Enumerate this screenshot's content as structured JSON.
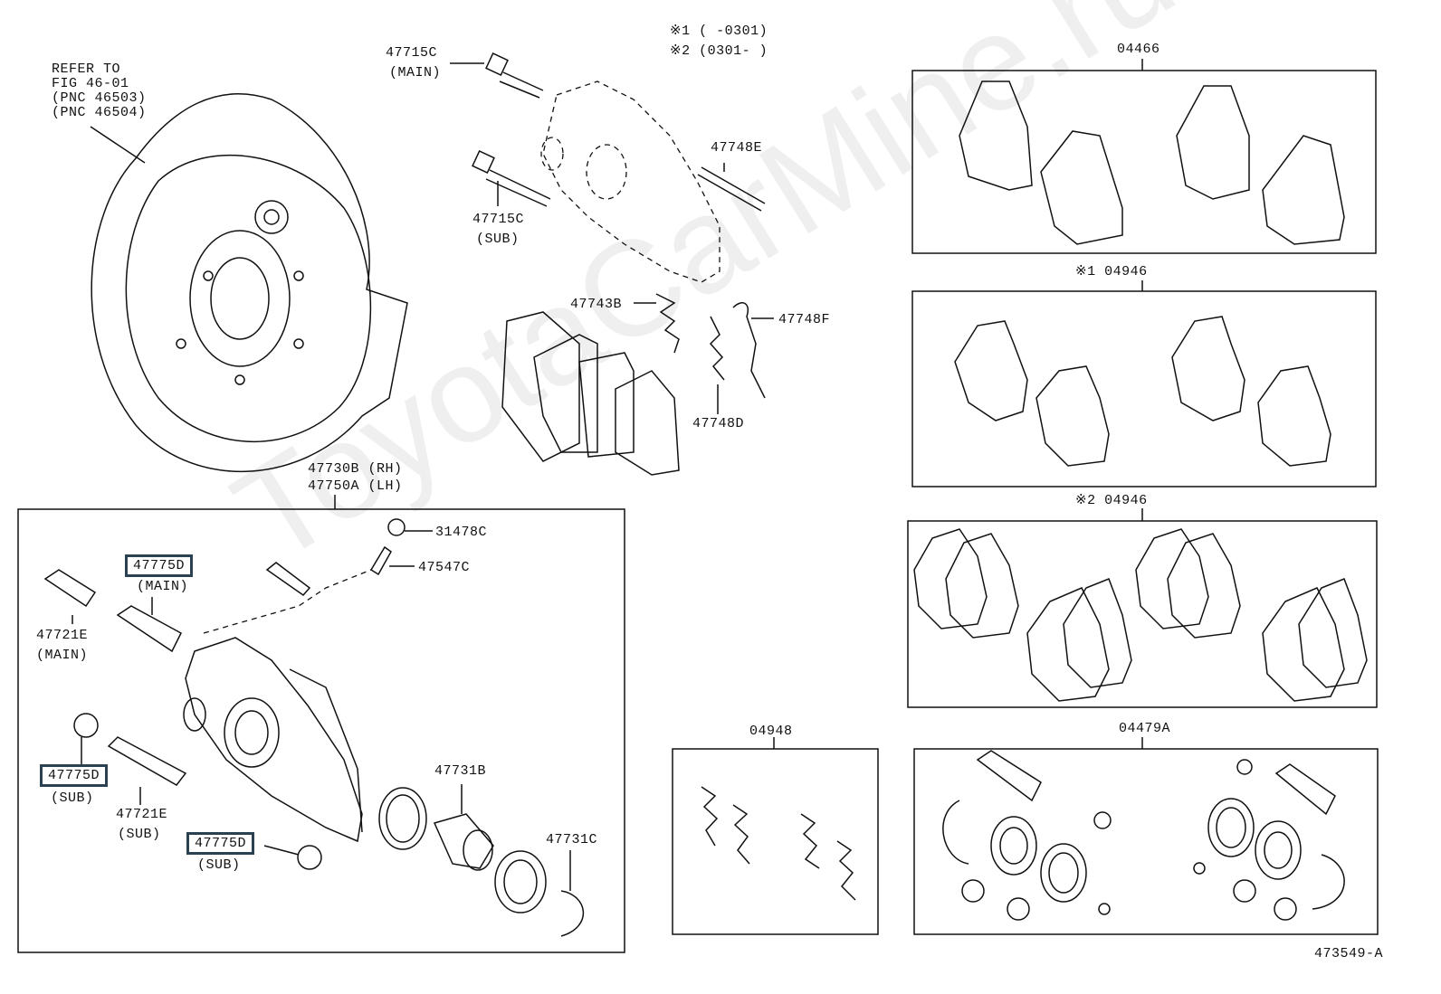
{
  "watermark": "ToyotaCarMine.ru",
  "figure_code": "473549-A",
  "legend": {
    "note1": "※1 (    -0301)",
    "note2": "※2 (0301-     )"
  },
  "labels": {
    "refer": [
      "REFER TO",
      "FIG 46-01",
      "(PNC 46503)",
      "(PNC 46504)"
    ],
    "p47715C_main": [
      "47715C",
      "(MAIN)"
    ],
    "p47715C_sub": [
      "47715C",
      "(SUB)"
    ],
    "p47748E": "47748E",
    "p47743B": "47743B",
    "p47748F": "47748F",
    "p47748D": "47748D",
    "caliper_assy": [
      "47730B (RH)",
      "47750A (LH)"
    ],
    "p31478C": "31478C",
    "p47547C": "47547C",
    "p47775D_main": [
      "47775D",
      "(MAIN)"
    ],
    "p47721E_main": [
      "47721E",
      "(MAIN)"
    ],
    "p47775D_sub1": [
      "47775D",
      "(SUB)"
    ],
    "p47721E_sub": [
      "47721E",
      "(SUB)"
    ],
    "p47775D_sub2": [
      "47775D",
      "(SUB)"
    ],
    "p47731B": "47731B",
    "p47731C": "47731C"
  },
  "kits": {
    "k04466": "04466",
    "k04946_1": "※1 04946",
    "k04946_2": "※2 04946",
    "k04948": "04948",
    "k04479A": "04479A"
  }
}
